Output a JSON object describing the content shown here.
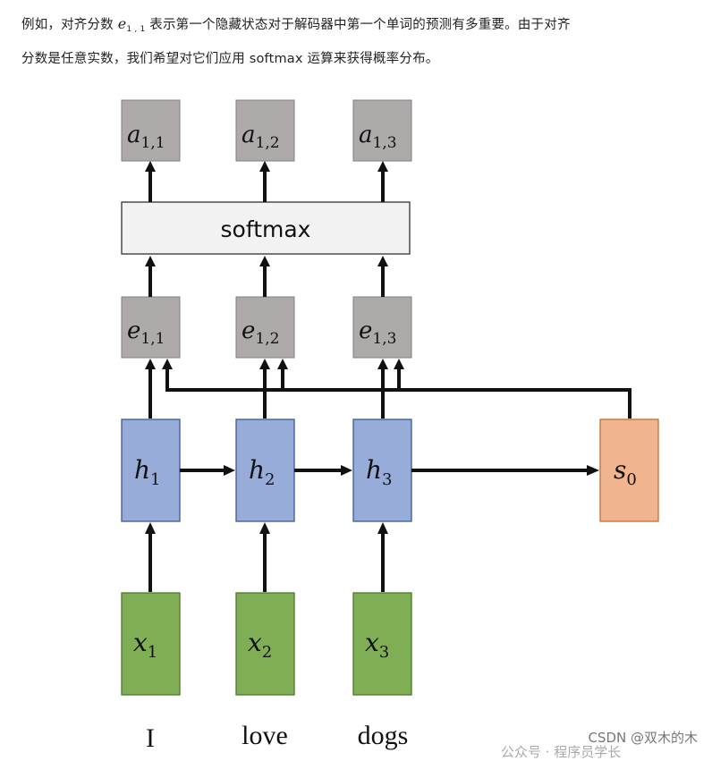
{
  "text": {
    "line1_a": "例如，对齐分数 ",
    "line1_sym": "e",
    "line1_sub": "1 , 1",
    "line1_b": " 表示第一个隐藏状态对于解码器中第一个单词的预测有多重要。由于对齐",
    "line2": "分数是任意实数，我们希望对它们应用 softmax 运算来获得概率分布。"
  },
  "diagram": {
    "softmax_label": "softmax",
    "columns": [
      {
        "a": "a",
        "a_sub": "1,1",
        "e": "e",
        "e_sub": "1,1",
        "h": "h",
        "h_sub": "1",
        "x": "x",
        "x_sub": "1",
        "word": "I"
      },
      {
        "a": "a",
        "a_sub": "1,2",
        "e": "e",
        "e_sub": "1,2",
        "h": "h",
        "h_sub": "2",
        "x": "x",
        "x_sub": "2",
        "word": "love"
      },
      {
        "a": "a",
        "a_sub": "1,3",
        "e": "e",
        "e_sub": "1,3",
        "h": "h",
        "h_sub": "3",
        "x": "x",
        "x_sub": "3",
        "word": "dogs"
      }
    ],
    "decoder_state": {
      "s": "s",
      "s_sub": "0"
    },
    "colors": {
      "gray_box": "#aeaaaa",
      "softmax_box": "#f2f2f2",
      "hidden_box": "#97acd8",
      "input_box": "#7fae54",
      "decoder_box": "#f0b48e"
    }
  },
  "watermark": {
    "csdn": "CSDN @双木的木",
    "partial": "公众号 · 程序员学长"
  }
}
